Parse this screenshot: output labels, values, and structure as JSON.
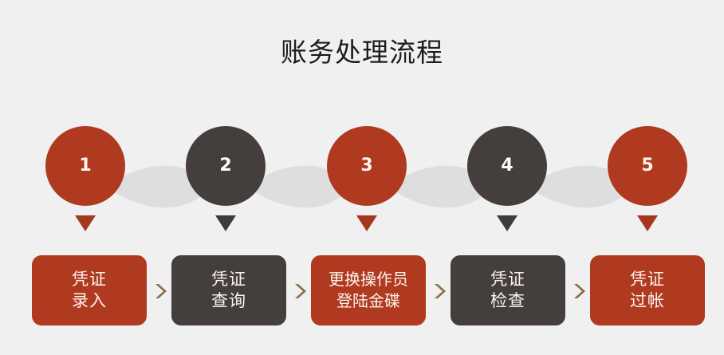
{
  "title": "账务处理流程",
  "colors": {
    "background": "#f0f0f0",
    "accent_red": "#b03a20",
    "accent_dark": "#443f3d",
    "connector_gray": "#dedede",
    "chevron_brown": "#8a6f46",
    "title_text": "#1c1c1c",
    "number_text": "#fdf6ee",
    "label_text": "#fbf4ec"
  },
  "steps": [
    {
      "number": "1",
      "color": "red",
      "label_lines": [
        "凭证",
        "录入"
      ],
      "label_text": "凭证录入"
    },
    {
      "number": "2",
      "color": "dark",
      "label_lines": [
        "凭证",
        "查询"
      ],
      "label_text": "凭证查询"
    },
    {
      "number": "3",
      "color": "red",
      "label_lines": [
        "更换操作员",
        "登陆金碟"
      ],
      "label_text": "更换操作员登陆金碟"
    },
    {
      "number": "4",
      "color": "dark",
      "label_lines": [
        "凭证",
        "检查"
      ],
      "label_text": "凭证检查"
    },
    {
      "number": "5",
      "color": "red",
      "label_lines": [
        "凭证",
        "过帐"
      ],
      "label_text": "凭证过帐"
    }
  ],
  "separators": [
    {
      "icon": "chevron-right-icon"
    },
    {
      "icon": "chevron-right-icon"
    },
    {
      "icon": "chevron-right-icon"
    },
    {
      "icon": "chevron-right-icon"
    }
  ]
}
